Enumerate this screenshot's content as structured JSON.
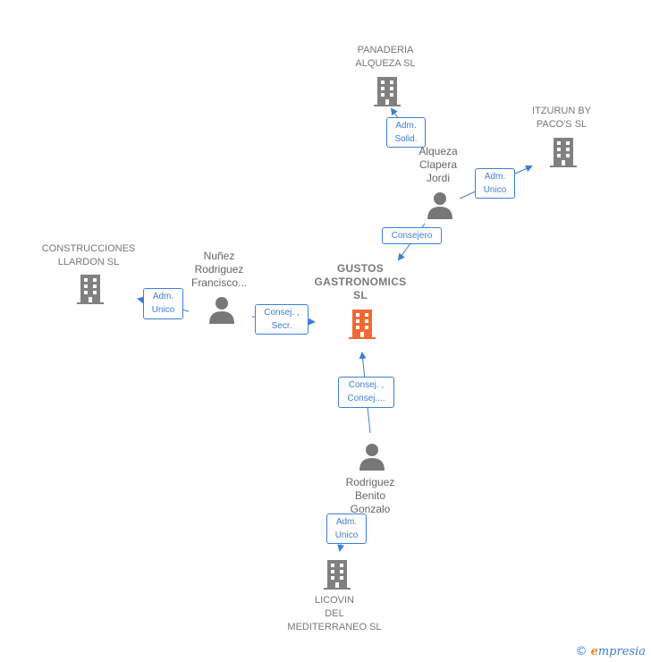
{
  "colors": {
    "edge": "#3d7fd6",
    "building": "#808080",
    "main_building": "#f06a35",
    "person": "#777777"
  },
  "nodes": {
    "main": "GUSTOS\nGASTRONOMICS\nSL",
    "panaderia": "PANADERIA\nALQUEZA SL",
    "itzurun": "ITZURUN BY\nPACO'S  SL",
    "construcciones": "CONSTRUCCIONES\nLLARDON  SL",
    "licovin": "LICOVIN\nDEL\nMEDITERRANEO SL"
  },
  "people": {
    "alqueza": "Alqueza\nClapera\nJordi",
    "nunez": "Nuñez\nRodriguez\nFrancisco...",
    "rodriguez": "Rodriguez\nBenito\nGonzalo"
  },
  "edges": {
    "adm_solid": "Adm.\nSolid.",
    "adm_unico_itzurun": "Adm.\nUnico",
    "consejero": "Consejero",
    "adm_unico_construcciones": "Adm.\nUnico",
    "consej_secr": "Consej. ,\nSecr.",
    "consej_consej": "Consej. ,\nConsej....",
    "adm_unico_licovin": "Adm.\nUnico"
  },
  "brand": {
    "copyright": "©",
    "e_letter": "e",
    "name_rest": "mpresia"
  }
}
